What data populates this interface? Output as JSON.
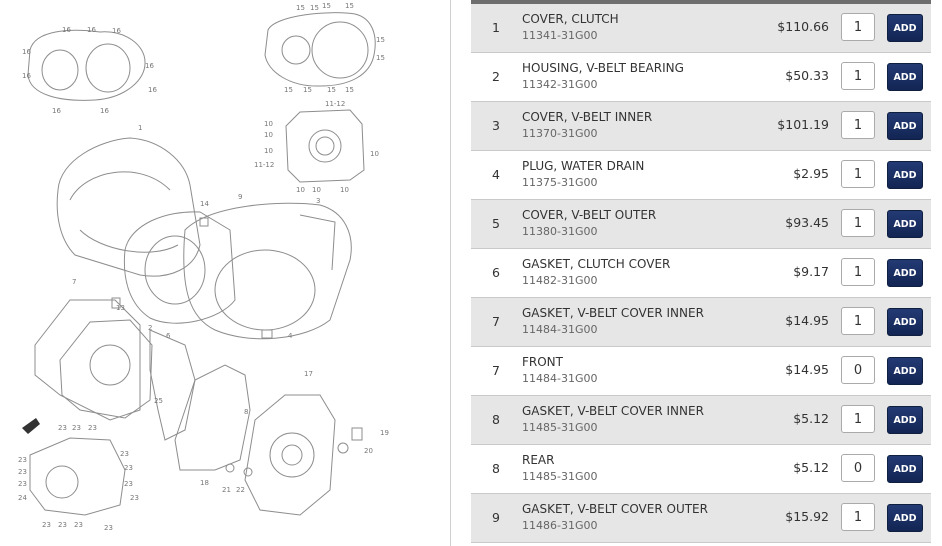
{
  "diagram": {
    "callouts": [
      "15",
      "15",
      "15",
      "15",
      "15",
      "15",
      "15",
      "15",
      "15",
      "15",
      "16",
      "16",
      "16",
      "16",
      "16",
      "16",
      "16",
      "16",
      "16",
      "10",
      "10",
      "10",
      "10",
      "10",
      "10",
      "10",
      "11-12",
      "11-12",
      "1",
      "9",
      "14",
      "3",
      "7",
      "13",
      "2",
      "6",
      "4",
      "25",
      "8",
      "17",
      "19",
      "20",
      "21",
      "22",
      "18",
      "23",
      "23",
      "23",
      "23",
      "23",
      "23",
      "23",
      "23",
      "23",
      "23",
      "23",
      "23",
      "23",
      "24",
      "23"
    ]
  },
  "parts": [
    {
      "ref": "1",
      "name": "COVER, CLUTCH",
      "part_no": "11341-31G00",
      "price": "$110.66",
      "qty": "1",
      "add_label": "ADD"
    },
    {
      "ref": "2",
      "name": "HOUSING, V-BELT BEARING",
      "part_no": "11342-31G00",
      "price": "$50.33",
      "qty": "1",
      "add_label": "ADD"
    },
    {
      "ref": "3",
      "name": "COVER, V-BELT INNER",
      "part_no": "11370-31G00",
      "price": "$101.19",
      "qty": "1",
      "add_label": "ADD"
    },
    {
      "ref": "4",
      "name": "PLUG, WATER DRAIN",
      "part_no": "11375-31G00",
      "price": "$2.95",
      "qty": "1",
      "add_label": "ADD"
    },
    {
      "ref": "5",
      "name": "COVER, V-BELT OUTER",
      "part_no": "11380-31G00",
      "price": "$93.45",
      "qty": "1",
      "add_label": "ADD"
    },
    {
      "ref": "6",
      "name": "GASKET, CLUTCH COVER",
      "part_no": "11482-31G00",
      "price": "$9.17",
      "qty": "1",
      "add_label": "ADD"
    },
    {
      "ref": "7",
      "name": "GASKET, V-BELT COVER INNER",
      "part_no": "11484-31G00",
      "price": "$14.95",
      "qty": "1",
      "add_label": "ADD"
    },
    {
      "ref": "7",
      "name": "FRONT",
      "part_no": "11484-31G00",
      "price": "$14.95",
      "qty": "0",
      "add_label": "ADD"
    },
    {
      "ref": "8",
      "name": "GASKET, V-BELT COVER INNER",
      "part_no": "11485-31G00",
      "price": "$5.12",
      "qty": "1",
      "add_label": "ADD"
    },
    {
      "ref": "8",
      "name": "REAR",
      "part_no": "11485-31G00",
      "price": "$5.12",
      "qty": "0",
      "add_label": "ADD"
    },
    {
      "ref": "9",
      "name": "GASKET, V-BELT COVER OUTER",
      "part_no": "11486-31G00",
      "price": "$15.92",
      "qty": "1",
      "add_label": "ADD"
    }
  ]
}
